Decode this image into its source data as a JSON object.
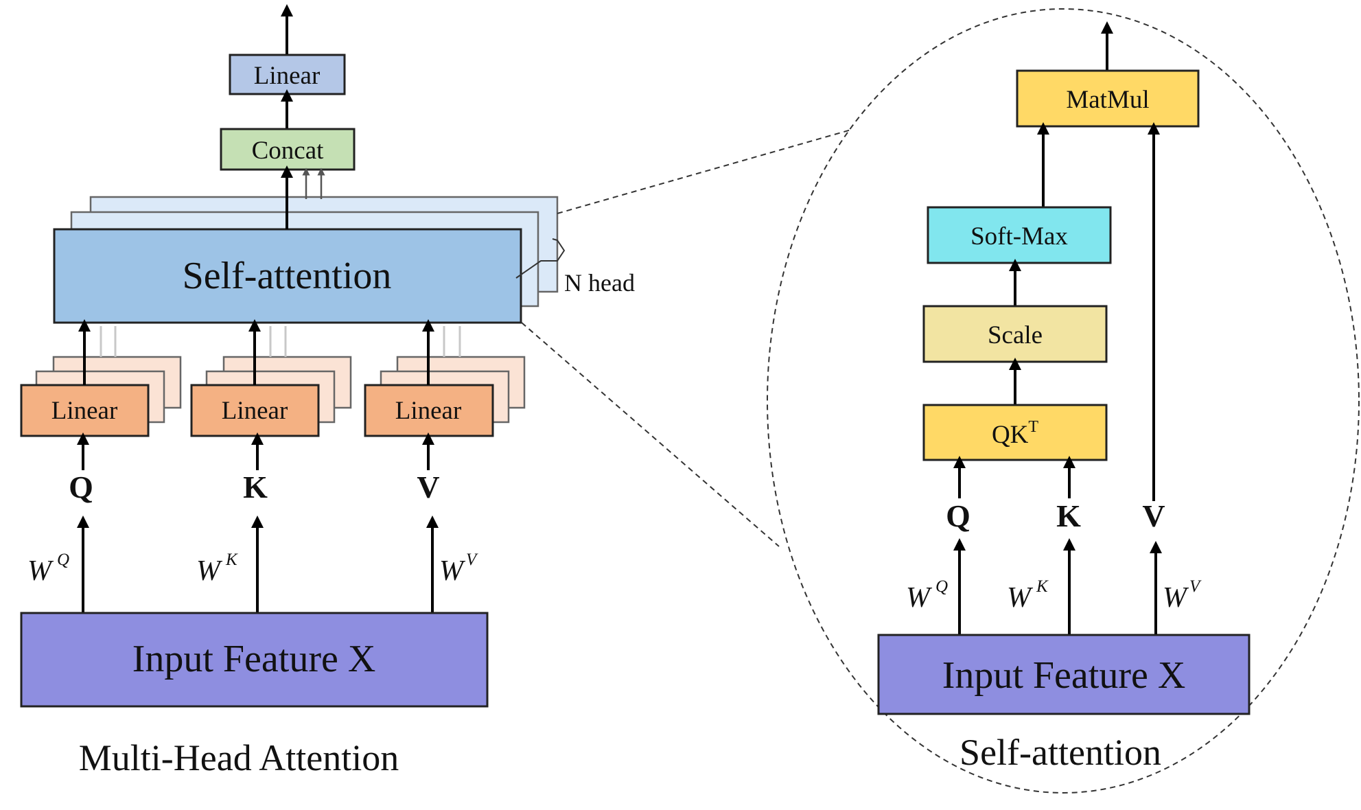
{
  "colors": {
    "linear_top": "#b4c7e7",
    "concat": "#c5e0b4",
    "self_attention": "#9dc3e6",
    "self_attention_back": "#dbe9f8",
    "linear_qkv": "#f4b183",
    "linear_qkv_back": "#fbe3d5",
    "input": "#8e8ee0",
    "matmul": "#ffd966",
    "softmax": "#81e6ee",
    "scale": "#f2e4a2",
    "qkt": "#ffd966"
  },
  "multi_head": {
    "caption": "Multi-Head Attention",
    "linear_top_label": "Linear",
    "concat_label": "Concat",
    "self_attention_label": "Self-attention",
    "n_head_label": "N head",
    "linear_labels": [
      "Linear",
      "Linear",
      "Linear"
    ],
    "qkv_labels": [
      "Q",
      "K",
      "V"
    ],
    "weight_base": "W",
    "weight_sups": [
      "Q",
      "K",
      "V"
    ],
    "input_label": "Input Feature X"
  },
  "self_attention": {
    "caption": "Self-attention",
    "matmul_label": "MatMul",
    "softmax_label": "Soft-Max",
    "scale_label": "Scale",
    "qkt_base": "QK",
    "qkt_sup": "T",
    "qkv_labels": [
      "Q",
      "K",
      "V"
    ],
    "weight_base": "W",
    "weight_sups": [
      "Q",
      "K",
      "V"
    ],
    "input_label": "Input Feature X"
  }
}
